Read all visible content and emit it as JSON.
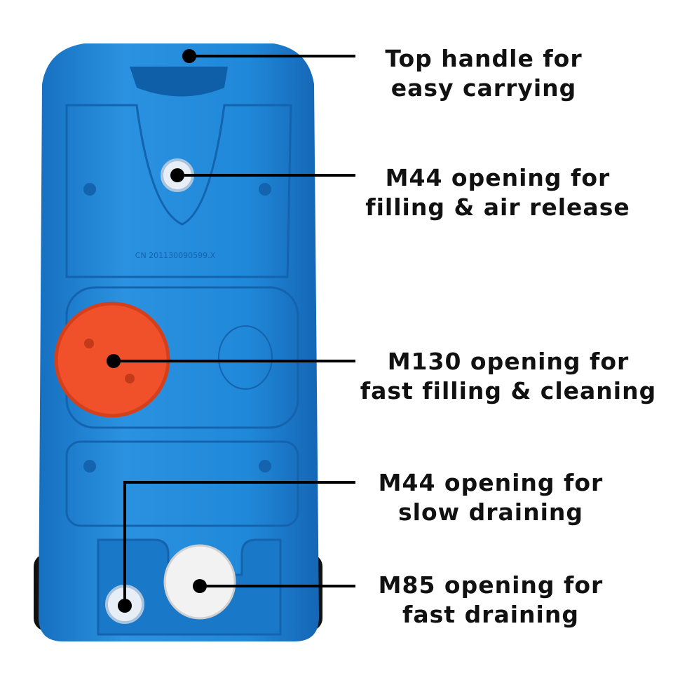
{
  "product_colors": {
    "body": "#1f86d6",
    "cap_orange": "#f0502a",
    "cap_white": "#eeeeee",
    "wheel": "#111111"
  },
  "embossed_text": "CN 201130090599.X",
  "callouts": [
    {
      "line1": "Top handle for",
      "line2": "easy carrying"
    },
    {
      "line1": "M44 opening for",
      "line2": "filling & air release"
    },
    {
      "line1": "M130 opening for",
      "line2": "fast filling & cleaning"
    },
    {
      "line1": "M44 opening for",
      "line2": "slow draining"
    },
    {
      "line1": "M85 opening for",
      "line2": "fast draining"
    }
  ]
}
